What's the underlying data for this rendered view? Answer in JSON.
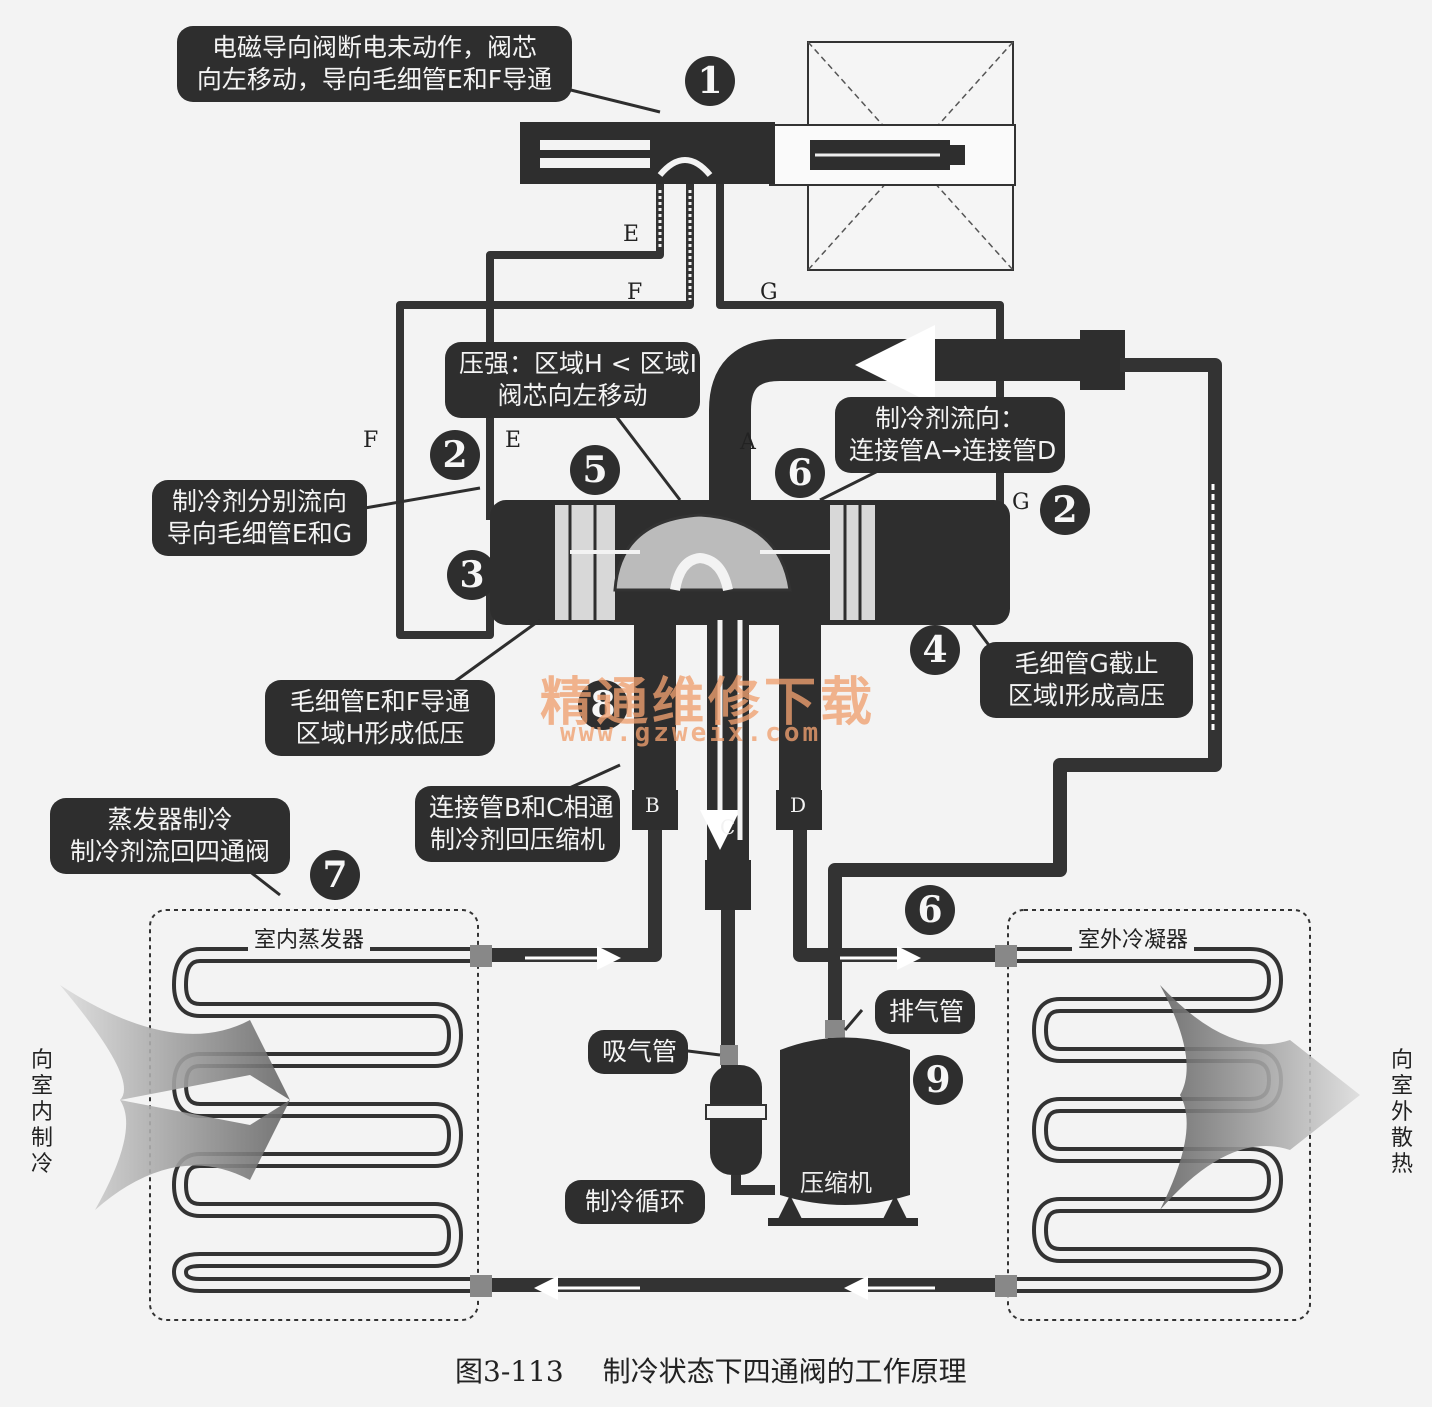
{
  "callouts": {
    "solenoid": [
      "电磁导向阀断电未动作，阀芯",
      "向左移动，导向毛细管E和F导通"
    ],
    "pressure": [
      "压强：区域H < 区域I",
      "阀芯向左移动"
    ],
    "flow": [
      "制冷剂流向：",
      "连接管A→连接管D"
    ],
    "split": [
      "制冷剂分别流向",
      "导向毛细管E和G"
    ],
    "low": [
      "毛细管E和F导通",
      "区域H形成低压"
    ],
    "high": [
      "毛细管G截止",
      "区域I形成高压"
    ],
    "bc": [
      "连接管B和C相通",
      "制冷剂回压缩机"
    ],
    "evap_return": [
      "蒸发器制冷",
      "制冷剂流回四通阀"
    ],
    "exhaust": "排气管",
    "suction": "吸气管",
    "cycle": "制冷循环"
  },
  "numbers": {
    "n1": "1",
    "n2_left": "2",
    "n2_right": "2",
    "n3": "3",
    "n4": "4",
    "n5": "5",
    "n6_top": "6",
    "n6_bottom": "6",
    "n7": "7",
    "n8": "8",
    "n9": "9"
  },
  "pipe_labels": {
    "E_top": "E",
    "F_top": "F",
    "G_top": "G",
    "F_left": "F",
    "E_left": "E",
    "G_right": "G",
    "A": "A",
    "B": "B",
    "C": "C",
    "D": "D"
  },
  "components": {
    "indoor": "室内蒸发器",
    "outdoor": "室外冷凝器",
    "compressor": "压缩机"
  },
  "side_labels": {
    "left": "向室内制冷",
    "right": "向室外散热"
  },
  "watermark": {
    "cn": "精通维修下载",
    "url": "www.gzweix.com"
  },
  "caption": {
    "fig": "图3-113",
    "title": "制冷状态下四通阀的工作原理"
  },
  "colors": {
    "dark": "#2e2e2e",
    "pipe": "#333333",
    "background": "#f3f3f3",
    "watermark": "#f0a070"
  }
}
